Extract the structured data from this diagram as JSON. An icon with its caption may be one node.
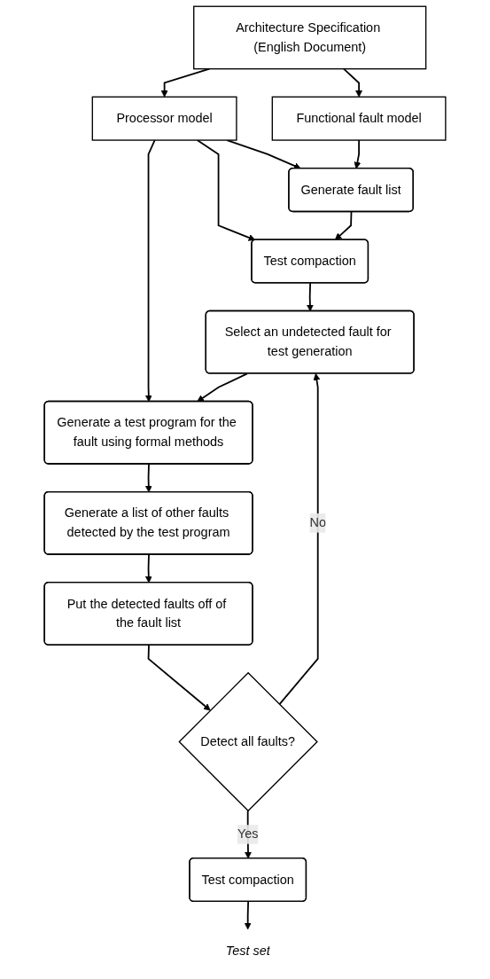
{
  "diagram": {
    "nodes": [
      {
        "text": [
          "Architecture Specification (English Document)"
        ]
      },
      {
        "text": [
          "Processor model"
        ]
      },
      {
        "text": [
          "Functional fault model"
        ]
      },
      {
        "text": [
          "Generate fault list"
        ]
      },
      {
        "text": [
          "Test compaction"
        ]
      },
      {
        "text": [
          "Select an undetected fault for test generation"
        ]
      },
      {
        "text": [
          "Generate a test program for the fault using formal methods"
        ]
      },
      {
        "text": [
          "Generate a list of other faults detected by the test program"
        ]
      },
      {
        "text": [
          "Put the detected faults off of the fault list"
        ]
      },
      {
        "text": [
          "Detect all faults?"
        ]
      },
      {
        "text": [
          "Test compaction"
        ]
      },
      {
        "text": [
          "Test set"
        ]
      }
    ],
    "edges": [
      {
        "from": 0,
        "to": 1,
        "arrow": "to"
      },
      {
        "from": 0,
        "to": 2,
        "arrow": "to"
      },
      {
        "from": 1,
        "to": 3,
        "arrow": "to"
      },
      {
        "from": 2,
        "to": 3,
        "arrow": "to"
      },
      {
        "from": 1,
        "to": 4,
        "arrow": "to"
      },
      {
        "from": 3,
        "to": 4,
        "arrow": "to"
      },
      {
        "from": 4,
        "to": 5,
        "arrow": "to"
      },
      {
        "from": 1,
        "to": 6,
        "arrow": "to"
      },
      {
        "from": 5,
        "to": 6,
        "arrow": "to"
      },
      {
        "from": 6,
        "to": 7,
        "arrow": "to"
      },
      {
        "from": 7,
        "to": 8,
        "arrow": "to"
      },
      {
        "from": 8,
        "to": 9,
        "arrow": "to"
      },
      {
        "from": 9,
        "to": 5,
        "label": "No",
        "arrow": "to"
      },
      {
        "from": 9,
        "to": 10,
        "label": "Yes",
        "arrow": "to"
      },
      {
        "from": 10,
        "to": 11,
        "arrow": "to"
      }
    ]
  }
}
